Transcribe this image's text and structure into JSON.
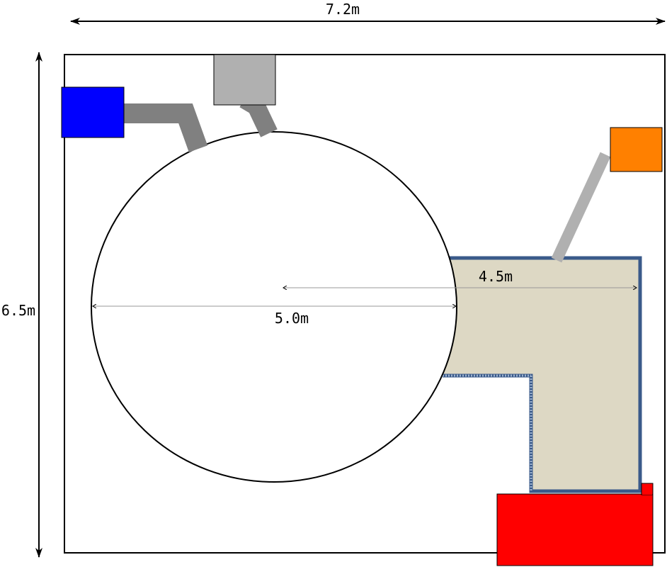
{
  "dimensions": {
    "width_label": "7.2m",
    "height_label": "6.5m",
    "circle_diameter_label": "5.0m",
    "radius_extent_label": "4.5m"
  },
  "colors": {
    "outline": "#000000",
    "l_region_fill": "#ddd8c4",
    "l_region_border": "#3a5a8a",
    "blue_block": "#0000ff",
    "gray_block": "#b0b0b0",
    "orange_block": "#ff8000",
    "red_block": "#ff0000",
    "dark_connector": "#808080",
    "light_connector": "#b0b0b0",
    "dimension_line": "#999999"
  }
}
